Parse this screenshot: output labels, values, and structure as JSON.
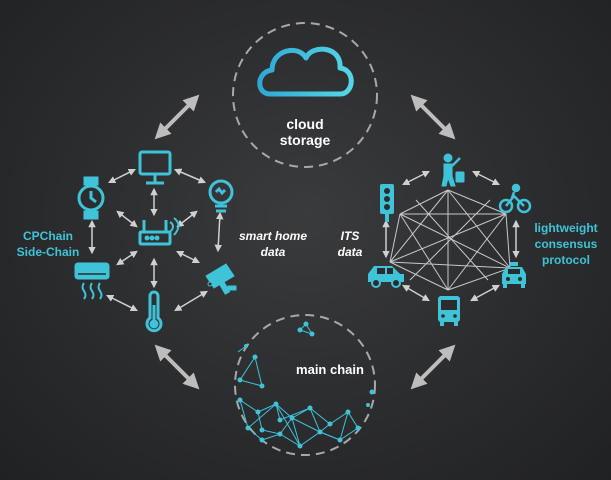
{
  "nodes": {
    "cloud": {
      "label_line1": "cloud",
      "label_line2": "storage"
    },
    "main": {
      "label": "main chain"
    },
    "left": {
      "title_line1": "CPChain",
      "title_line2": "Side-Chain",
      "data_line1": "smart home",
      "data_line2": "data"
    },
    "right": {
      "title_line1": "lightweight",
      "title_line2": "consensus",
      "title_line3": "protocol",
      "data_line1": "ITS",
      "data_line2": "data"
    }
  },
  "colors": {
    "background": "#2b2c2e",
    "accent": "#3fc3d8",
    "arrow": "#bdbdbd",
    "dashed_circle": "#a8a8a8",
    "text": "#ffffff"
  },
  "icons": {
    "left_cluster": [
      "monitor-icon",
      "watch-icon",
      "lightbulb-icon",
      "router-icon",
      "air-conditioner-icon",
      "security-camera-icon",
      "thermometer-icon"
    ],
    "right_cluster": [
      "pedestrian-icon",
      "traffic-light-icon",
      "bicycle-icon",
      "car-icon",
      "taxi-icon",
      "bus-icon"
    ],
    "center": [
      "cloud-icon",
      "network-graph-icon"
    ]
  }
}
